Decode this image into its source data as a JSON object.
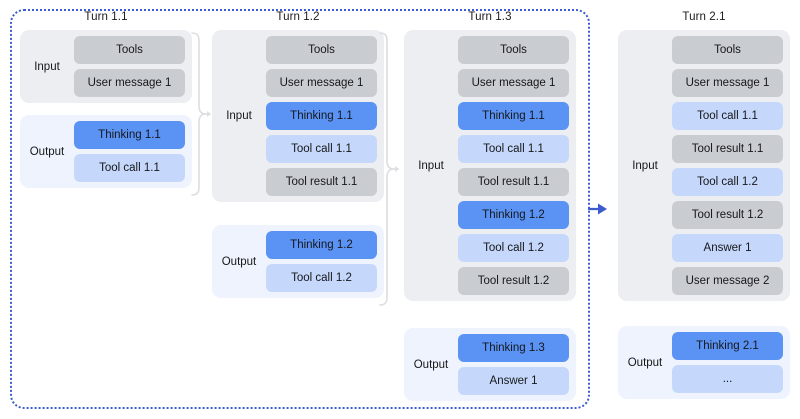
{
  "diagram": {
    "title_hidden": "",
    "group_label": "turns-1.1-to-1.3-context-group",
    "colors": {
      "accent_dashed_border": "#3b5bd0",
      "arrow": "#3b5bd0",
      "chip_grey": "#c9ccd1",
      "chip_blue": "#5b93f5",
      "chip_lightblue": "#c5d8fb",
      "panel_input_bg": "#eceef2",
      "panel_output_bg": "#eef3fd",
      "brace": "#d8dade",
      "page_bg": "#ffffff"
    }
  },
  "columns": [
    {
      "title": "Turn 1.1",
      "input": {
        "label": "Input",
        "items": [
          {
            "text": "Tools",
            "style": "grey"
          },
          {
            "text": "User message 1",
            "style": "grey"
          }
        ]
      },
      "output": {
        "label": "Output",
        "items": [
          {
            "text": "Thinking 1.1",
            "style": "blue"
          },
          {
            "text": "Tool call 1.1",
            "style": "lightblue"
          }
        ]
      }
    },
    {
      "title": "Turn 1.2",
      "input": {
        "label": "Input",
        "items": [
          {
            "text": "Tools",
            "style": "grey"
          },
          {
            "text": "User message 1",
            "style": "grey"
          },
          {
            "text": "Thinking 1.1",
            "style": "blue"
          },
          {
            "text": "Tool call 1.1",
            "style": "lightblue"
          },
          {
            "text": "Tool result 1.1",
            "style": "grey"
          }
        ]
      },
      "output": {
        "label": "Output",
        "items": [
          {
            "text": "Thinking 1.2",
            "style": "blue"
          },
          {
            "text": "Tool call 1.2",
            "style": "lightblue"
          }
        ]
      }
    },
    {
      "title": "Turn 1.3",
      "input": {
        "label": "Input",
        "items": [
          {
            "text": "Tools",
            "style": "grey"
          },
          {
            "text": "User message 1",
            "style": "grey"
          },
          {
            "text": "Thinking 1.1",
            "style": "blue"
          },
          {
            "text": "Tool call 1.1",
            "style": "lightblue"
          },
          {
            "text": "Tool result 1.1",
            "style": "grey"
          },
          {
            "text": "Thinking 1.2",
            "style": "blue"
          },
          {
            "text": "Tool call 1.2",
            "style": "lightblue"
          },
          {
            "text": "Tool result 1.2",
            "style": "grey"
          }
        ]
      },
      "output": {
        "label": "Output",
        "items": [
          {
            "text": "Thinking 1.3",
            "style": "blue"
          },
          {
            "text": "Answer 1",
            "style": "lightblue"
          }
        ]
      }
    },
    {
      "title": "Turn 2.1",
      "input": {
        "label": "Input",
        "items": [
          {
            "text": "Tools",
            "style": "grey"
          },
          {
            "text": "User message 1",
            "style": "grey"
          },
          {
            "text": "Tool call 1.1",
            "style": "lightblue"
          },
          {
            "text": "Tool result 1.1",
            "style": "grey"
          },
          {
            "text": "Tool call 1.2",
            "style": "lightblue"
          },
          {
            "text": "Tool result 1.2",
            "style": "grey"
          },
          {
            "text": "Answer 1",
            "style": "lightblue"
          },
          {
            "text": "User message 2",
            "style": "grey"
          }
        ]
      },
      "output": {
        "label": "Output",
        "items": [
          {
            "text": "Thinking 2.1",
            "style": "blue"
          },
          {
            "text": "...",
            "style": "lightblue"
          }
        ]
      }
    }
  ],
  "connectors": [
    {
      "name": "brace-turn1.1-to-turn1.2",
      "kind": "curly-brace"
    },
    {
      "name": "brace-turn1.2-to-turn1.3",
      "kind": "curly-brace"
    },
    {
      "name": "arrow-turn1.3-to-turn2.1",
      "kind": "arrow"
    }
  ]
}
